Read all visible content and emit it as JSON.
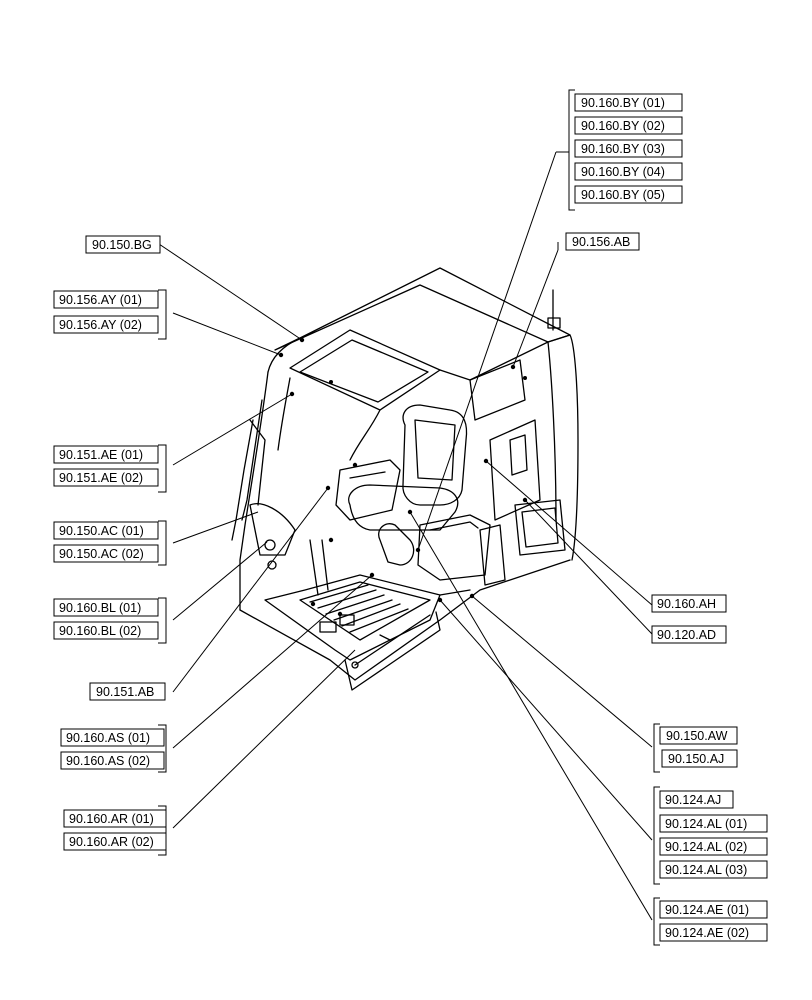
{
  "callouts": {
    "by01": "90.160.BY (01)",
    "by02": "90.160.BY (02)",
    "by03": "90.160.BY (03)",
    "by04": "90.160.BY (04)",
    "by05": "90.160.BY (05)",
    "bg": "90.150.BG",
    "ab156": "90.156.AB",
    "ay01": "90.156.AY (01)",
    "ay02": "90.156.AY (02)",
    "ae01": "90.151.AE (01)",
    "ae02": "90.151.AE (02)",
    "ac01": "90.150.AC (01)",
    "ac02": "90.150.AC (02)",
    "bl01": "90.160.BL (01)",
    "bl02": "90.160.BL (02)",
    "ab151": "90.151.AB",
    "as01": "90.160.AS (01)",
    "as02": "90.160.AS (02)",
    "ar01": "90.160.AR (01)",
    "ar02": "90.160.AR (02)",
    "ah": "90.160.AH",
    "ad": "90.120.AD",
    "aw": "90.150.AW",
    "aj150": "90.150.AJ",
    "aj124": "90.124.AJ",
    "al01": "90.124.AL (01)",
    "al02": "90.124.AL (02)",
    "al03": "90.124.AL (03)",
    "ae124_01": "90.124.AE (01)",
    "ae124_02": "90.124.AE (02)"
  }
}
